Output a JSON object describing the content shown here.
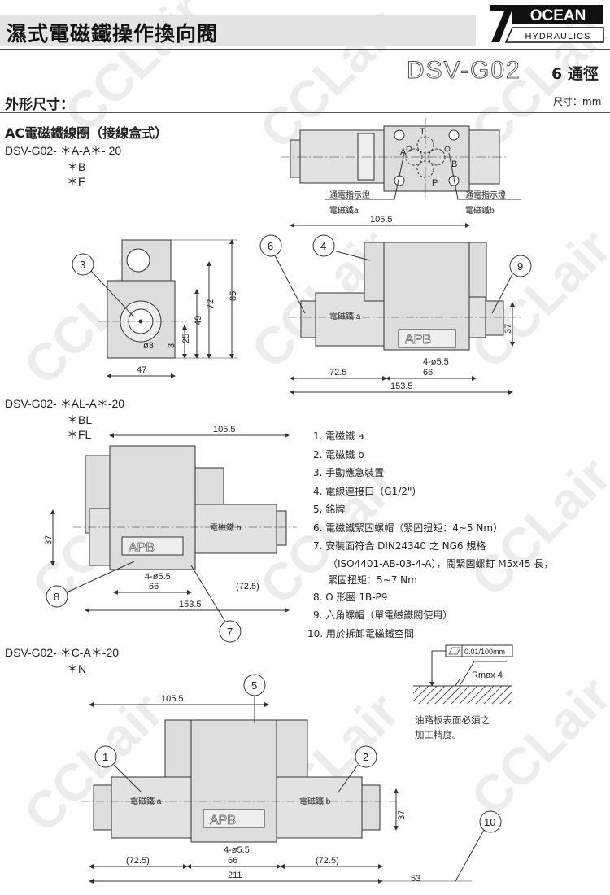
{
  "header": {
    "title": "濕式電磁鐵操作換向閥",
    "logo_brand": "OCEAN",
    "logo_sub": "HYDRAULICS",
    "model": "DSV-G02",
    "bore": "6 通徑"
  },
  "section": {
    "title": "外形尺寸：",
    "unit": "尺寸：mm"
  },
  "watermark": "CCLair",
  "group1": {
    "heading": "AC電磁鐵線圈（接線盒式）",
    "code": "DSV-G02- ＊A-A＊- 20",
    "variants": [
      "＊B",
      "＊F"
    ]
  },
  "top_view": {
    "port_t": "T",
    "port_a": "A",
    "port_b": "B",
    "port_p": "P",
    "lamp_a": "通電指示燈",
    "sol_a": "電磁鐵a",
    "lamp_b": "通電指示燈",
    "sol_b": "電磁鐵b"
  },
  "side_view": {
    "dims": {
      "h86": "86",
      "h72": "72",
      "h49": "49",
      "h25": "25",
      "h3": "3",
      "hole": "ø3",
      "w47": "47"
    },
    "balloon": "3"
  },
  "front_view": {
    "dims": {
      "top": "105.5",
      "left": "72.5",
      "mid": "66",
      "total": "153.5",
      "height": "37",
      "holes": "4-ø5.5"
    },
    "sol_label": "電磁鐵 a",
    "plate": "APB",
    "balloons": [
      "6",
      "4",
      "9"
    ]
  },
  "group2": {
    "code": "DSV-G02- ＊AL-A＊-20",
    "variants": [
      "＊BL",
      "＊FL"
    ],
    "dims": {
      "top": "105.5",
      "height": "37",
      "holes": "4-ø5.5",
      "mid": "66",
      "right": "(72.5)",
      "total": "153.5"
    },
    "sol_label": "電磁鐵 b",
    "plate": "APB",
    "balloons": [
      "8",
      "7"
    ]
  },
  "legend": [
    {
      "n": "1.",
      "t": "電磁鐵 a"
    },
    {
      "n": "2.",
      "t": "電磁鐵 b"
    },
    {
      "n": "3.",
      "t": "手動應急裝置"
    },
    {
      "n": "4.",
      "t": "電線連接口（G1/2\"）"
    },
    {
      "n": "5.",
      "t": "銘牌"
    },
    {
      "n": "6.",
      "t": "電磁鐵緊固螺帽（緊固扭矩：4~5 Nm）"
    },
    {
      "n": "7.",
      "t": "安裝面符合 DIN24340 之 NG6 規格",
      "t2": "（ISO4401-AB-03-4-A），閥緊固螺釘 M5x45 長，",
      "t3": "緊固扭矩：5~7 Nm"
    },
    {
      "n": "8.",
      "t": "O 形圈 1B-P9"
    },
    {
      "n": "9.",
      "t": "六角螺帽（單電磁鐵閥使用）"
    },
    {
      "n": "10.",
      "t": "用於拆卸電磁鐵空間"
    }
  ],
  "surface": {
    "flatness": "0.01/100mm",
    "roughness": "Rmax 4",
    "note1": "油路板表面必須之",
    "note2": "加工精度。"
  },
  "group3": {
    "code": "DSV-G02- ＊C-A＊-20",
    "variants": [
      "＊N"
    ],
    "dims": {
      "top": "105.5",
      "height": "37",
      "holes": "4-ø5.5",
      "left": "(72.5)",
      "mid": "66",
      "right": "(72.5)",
      "total": "211",
      "space": "53"
    },
    "sol_a": "電磁鐵 a",
    "sol_b": "電磁鐵 b",
    "plate": "APB",
    "balloons": [
      "5",
      "1",
      "2",
      "10"
    ]
  }
}
